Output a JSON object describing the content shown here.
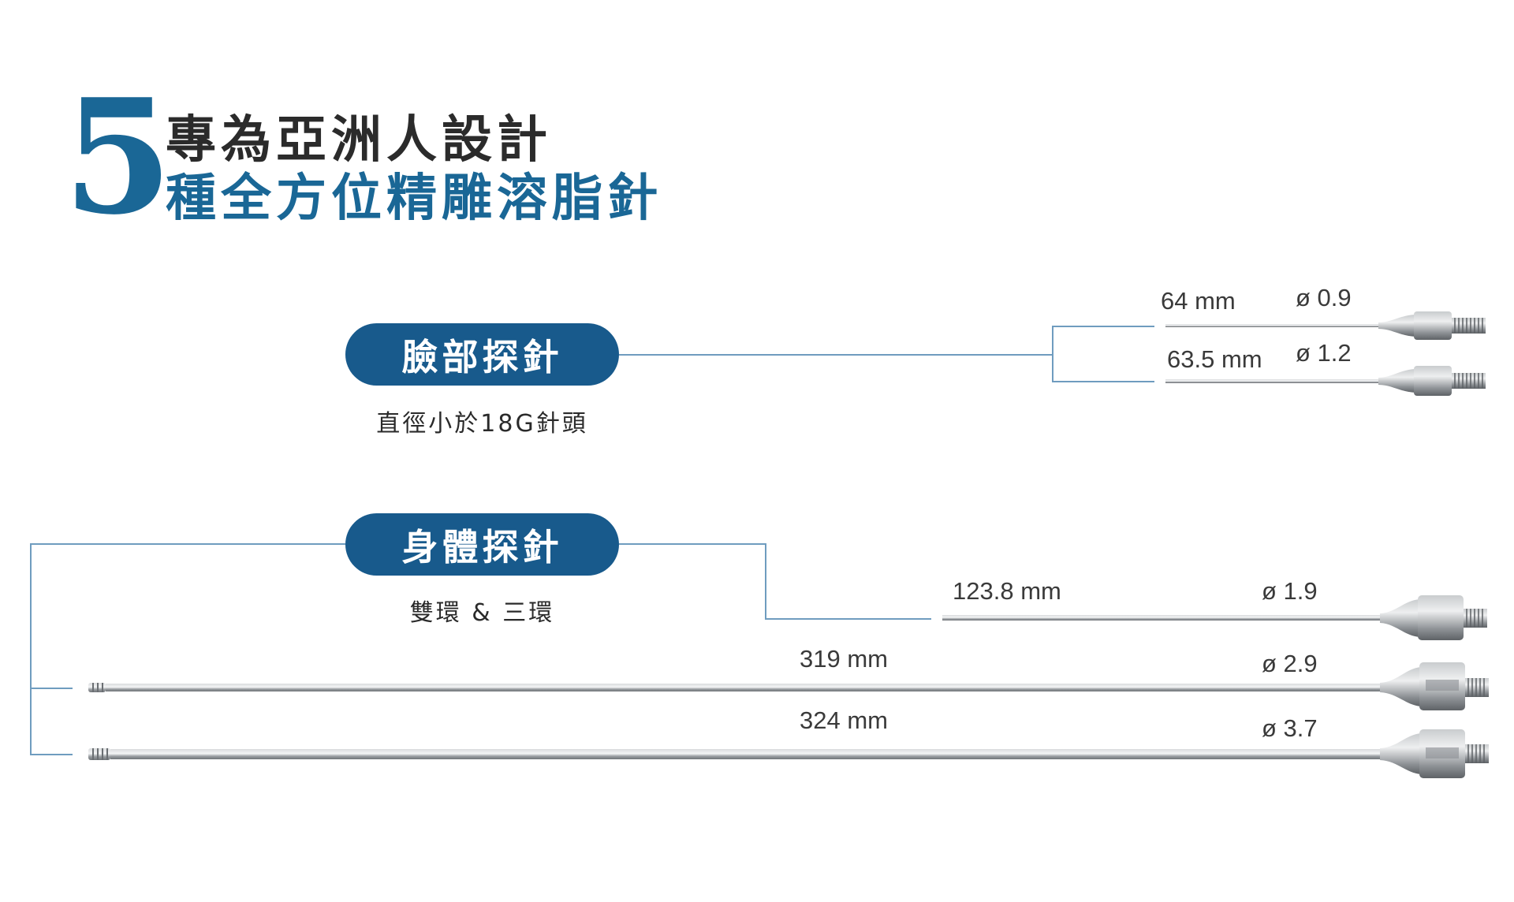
{
  "heading": {
    "number": "5",
    "line1": "專為亞洲人設計",
    "line2": "種全方位精雕溶脂針"
  },
  "face": {
    "pill": "臉部探針",
    "subtitle": "直徑小於18G針頭",
    "needles": [
      {
        "length": "64 mm",
        "diameter": "ø 0.9"
      },
      {
        "length": "63.5 mm",
        "diameter": "ø 1.2"
      }
    ]
  },
  "body": {
    "pill": "身體探針",
    "subtitle": "雙環 & 三環",
    "needles": [
      {
        "length": "123.8 mm",
        "diameter": "ø 1.9"
      },
      {
        "length": "319 mm",
        "diameter": "ø 2.9"
      },
      {
        "length": "324 mm",
        "diameter": "ø 3.7"
      }
    ]
  },
  "colors": {
    "brand_blue": "#185a8c",
    "connector": "#6f9cbf",
    "steel": "#9ea2a6"
  }
}
